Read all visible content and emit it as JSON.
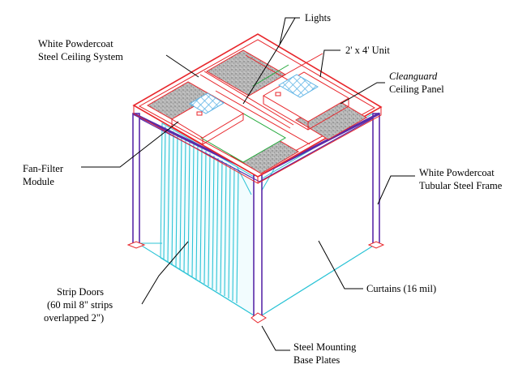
{
  "labels": {
    "lights": "Lights",
    "ceiling_system_line1": "White Powdercoat",
    "ceiling_system_line2": "Steel Ceiling System",
    "unit_size": "2' x 4' Unit",
    "ceiling_panel_brand": "Cleanguard",
    "ceiling_panel_rest": "Ceiling Panel",
    "fan_filter_line1": "Fan-Filter",
    "fan_filter_line2": "Module",
    "frame_line1": "White Powdercoat",
    "frame_line2": "Tubular Steel Frame",
    "strip_doors_line1": "Strip Doors",
    "strip_doors_line2": "(60 mil 8\" strips",
    "strip_doors_line3": "overlapped 2\")",
    "curtains": "Curtains (16 mil)",
    "base_plates_line1": "Steel Mounting",
    "base_plates_line2": "Base Plates"
  },
  "colors": {
    "frame_red": "#e8262b",
    "post_purple": "#5a2aa8",
    "curtain_cyan": "#2ec4d6",
    "light_green": "#22a83a",
    "panel_gray": "#a9a9a9",
    "filter_blue": "#5fb4e6"
  }
}
